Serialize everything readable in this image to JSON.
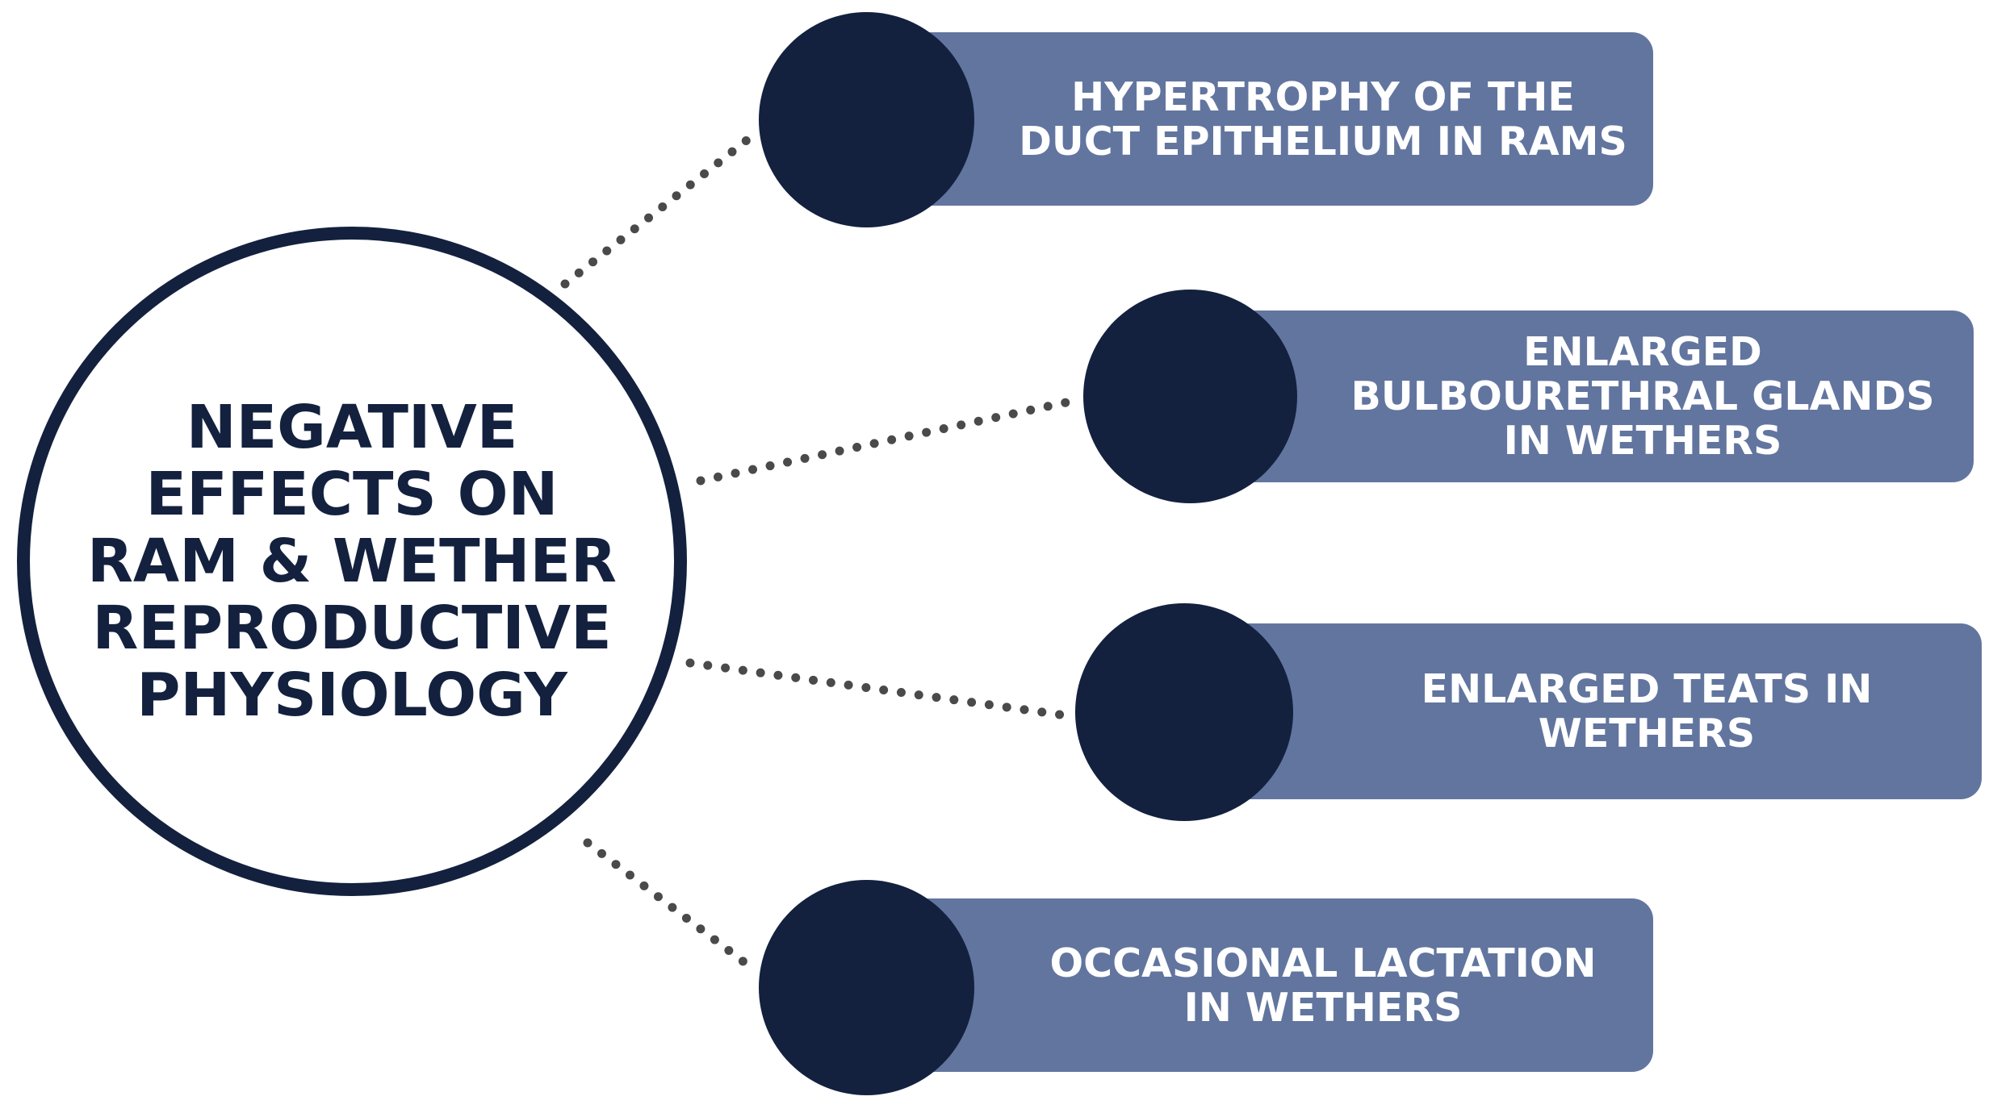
{
  "center": {
    "title": "NEGATIVE\nEFFECTS ON\nRAM & WETHER\nREPRODUCTIVE\nPHYSIOLOGY"
  },
  "items": [
    {
      "label": "HYPERTROPHY OF THE\nDUCT EPITHELIUM IN RAMS"
    },
    {
      "label": "ENLARGED\nBULBOURETHRAL GLANDS\nIN WETHERS"
    },
    {
      "label": "ENLARGED TEATS IN\nWETHERS"
    },
    {
      "label": "OCCASIONAL LACTATION\nIN WETHERS"
    }
  ],
  "colors": {
    "navy": "#13213f",
    "box": "#62759f",
    "connector": "#4a4a4a",
    "text_light": "#ffffff"
  }
}
